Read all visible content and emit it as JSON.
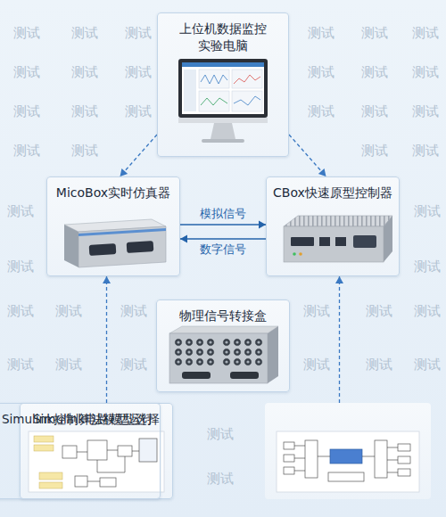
{
  "diagram": {
    "nodes": [
      {
        "text": [
          "上位机数据监控",
          "实验电脑"
        ]
      },
      {
        "text": [
          "MicoBox实时仿真器"
        ]
      },
      {
        "text": [
          "CBox快速原型控制器"
        ]
      },
      {
        "text": [
          "物理信号转接盒"
        ]
      },
      {
        "text": [
          "Simulink电路模型选择"
        ]
      },
      {
        "text": [
          "Simulink控制算法模型运行"
        ]
      }
    ],
    "edges": [
      {
        "from": 0,
        "to": 1,
        "arrow": "to"
      },
      {
        "from": 0,
        "to": 2,
        "arrow": "to"
      },
      {
        "from": 1,
        "to": 2,
        "label": "模拟信号",
        "arrow": "to"
      },
      {
        "from": 2,
        "to": 1,
        "label": "数字信号",
        "arrow": "to"
      },
      {
        "from": 4,
        "to": 1,
        "arrow": "to"
      },
      {
        "from": 5,
        "to": 2,
        "arrow": "to"
      }
    ],
    "labels": [
      "测试",
      "测试",
      "测试",
      "测试",
      "测试",
      "测试",
      "测试",
      "测试",
      "测试",
      "测试",
      "测试",
      "测试",
      "测试",
      "测试",
      "测试",
      "测试",
      "测试",
      "测试",
      "测试",
      "测试",
      "测试",
      "测试",
      "测试",
      "测试",
      "测试",
      "测试",
      "测试",
      "测试",
      "测试",
      "测试",
      "测试",
      "测试",
      "测试",
      "测试",
      "测试",
      "测试",
      "测试",
      "测试",
      "测试",
      "测试"
    ]
  }
}
